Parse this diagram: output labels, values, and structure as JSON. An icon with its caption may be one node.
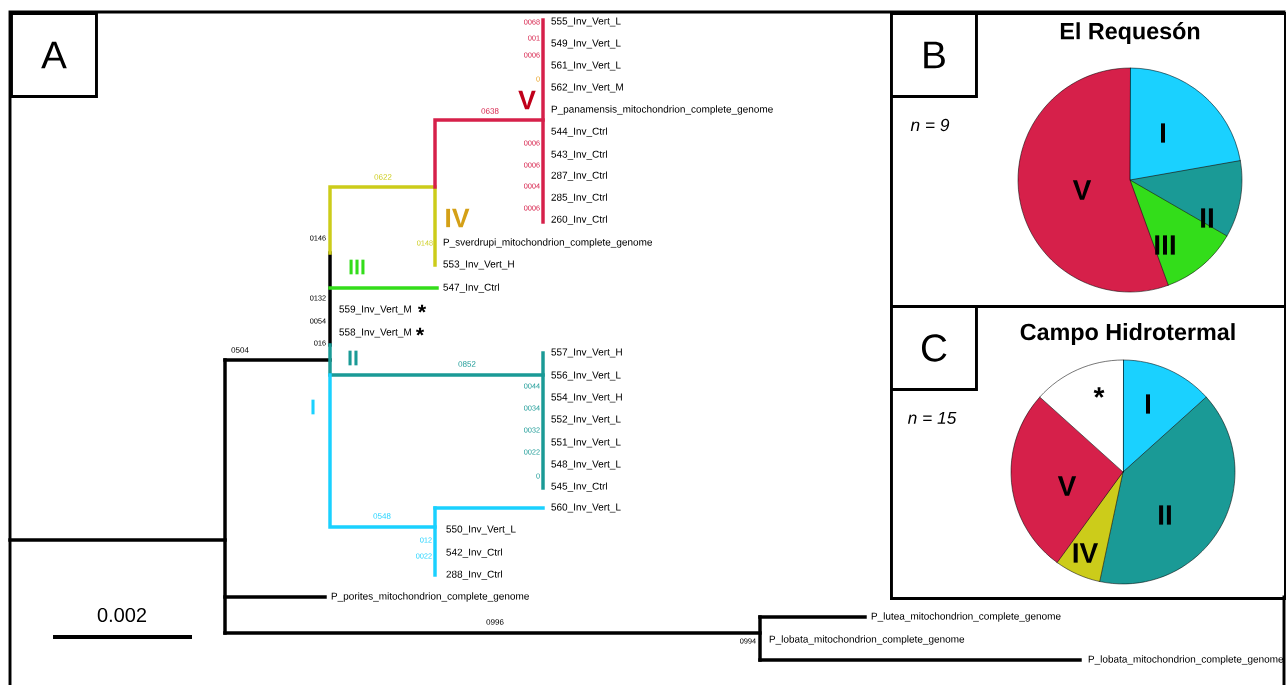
{
  "diagram": {
    "nodes": [
      {
        "text": [
          "A"
        ]
      },
      {
        "text": [
          "El Requesón",
          "n = 9"
        ]
      },
      {
        "text": [
          "B"
        ],
        "in": 1
      },
      {
        "text": [
          "Campo Hidrotermal",
          "n = 15"
        ]
      },
      {
        "text": [
          "C"
        ],
        "in": 3
      }
    ],
    "labels": [
      "0068",
      "555_Inv_Vert_L",
      "001",
      "549_Inv_Vert_L",
      "0006",
      "561_Inv_Vert_L",
      "0",
      "562_Inv_Vert_M",
      "V",
      "0638",
      "P_panamensis_mitochondrion_complete_genome",
      "544_Inv_Ctrl",
      "0006",
      "543_Inv_Ctrl",
      "0006",
      "287_Inv_Ctrl",
      "0004",
      "285_Inv_Ctrl",
      "0006",
      "0622",
      "IV",
      "260_Inv_Ctrl",
      "0146",
      "0148",
      "P_sverdrupi_mitochondrion_complete_genome",
      "553_Inv_Vert_H",
      "III",
      "547_Inv_Ctrl",
      "0132",
      "559_Inv_Vert_M",
      "*",
      "0054",
      "558_Inv_Vert_M",
      "*",
      "016",
      "II",
      "0504",
      "0852",
      "557_Inv_Vert_H",
      "0044",
      "556_Inv_Vert_L",
      "0034",
      "554_Inv_Vert_H",
      "0032",
      "552_Inv_Vert_L",
      "0022",
      "551_Inv_Vert_L",
      "0",
      "548_Inv_Vert_L",
      "545_Inv_Ctrl",
      "I",
      "560_Inv_Vert_L",
      "0548",
      "550_Inv_Vert_L",
      "012",
      "0022",
      "542_Inv_Ctrl",
      "288_Inv_Ctrl",
      "P_porites_mitochondrion_complete_genome",
      "0.002",
      "0996",
      "P_lutea_mitochondrion_complete_genome",
      "0994",
      "P_lobata_mitochondrion_complete_genome",
      "P_lobata_mitochondrion_complete_genome",
      "I",
      "V",
      "II",
      "III",
      "*",
      "I",
      "V",
      "II",
      "IV"
    ]
  }
}
